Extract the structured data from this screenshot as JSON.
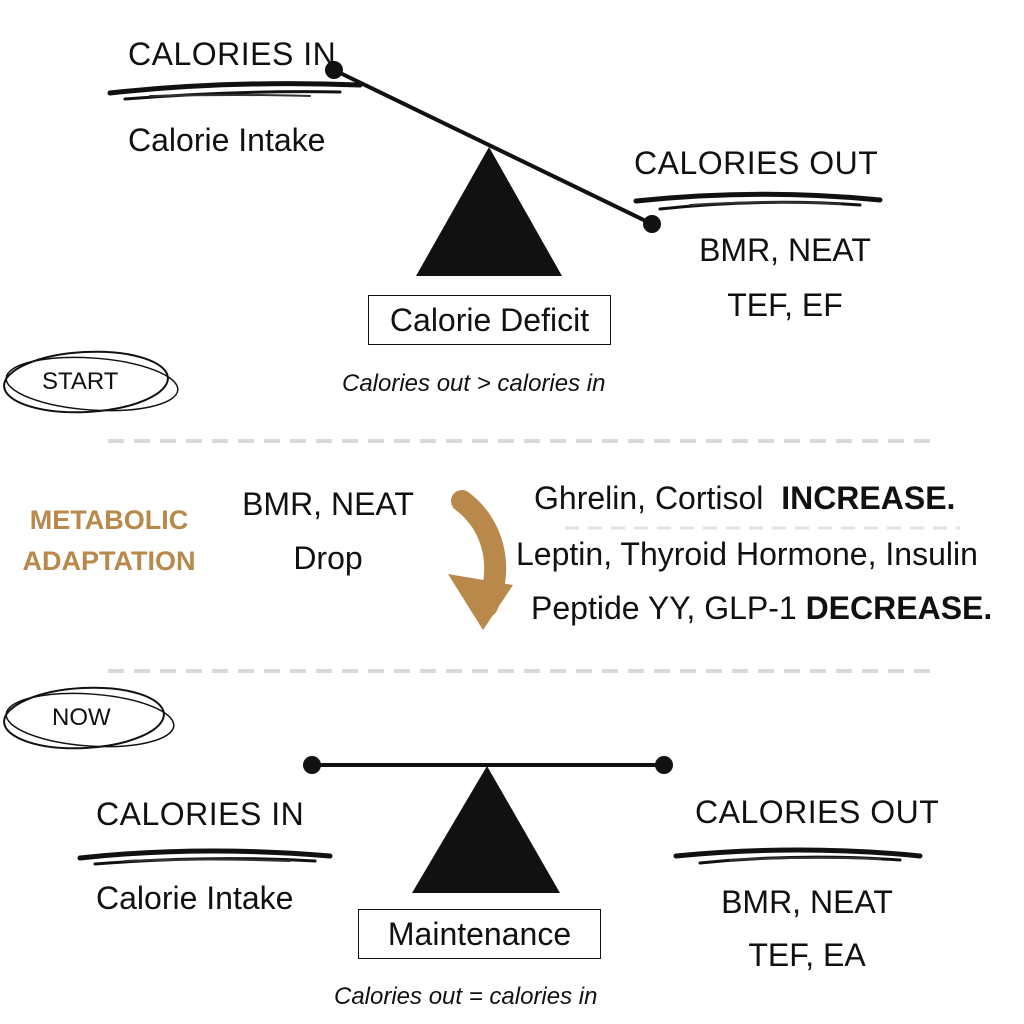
{
  "colors": {
    "ink": "#111111",
    "accent": "#b8894a",
    "dashes": "#d9d9d9"
  },
  "start_section": {
    "tag": "START",
    "calories_in": {
      "heading": "CALORIES IN",
      "detail": "Calorie Intake"
    },
    "calories_out": {
      "heading": "CALORIES OUT",
      "detail_line1": "BMR, NEAT",
      "detail_line2": "TEF, EF"
    },
    "state_label": "Calorie Deficit",
    "condition": "Calories out > calories in"
  },
  "adaptation_section": {
    "label_line1": "METABOLIC",
    "label_line2": "ADAPTATION",
    "drop_line1": "BMR, NEAT",
    "drop_line2": "Drop",
    "increase_text": "Ghrelin, Cortisol",
    "increase_word": "INCREASE.",
    "decrease_line1": "Leptin, Thyroid Hormone, Insulin",
    "decrease_text": "Peptide YY, GLP-1",
    "decrease_word": "DECREASE."
  },
  "now_section": {
    "tag": "NOW",
    "calories_in": {
      "heading": "CALORIES IN",
      "detail": "Calorie Intake"
    },
    "calories_out": {
      "heading": "CALORIES OUT",
      "detail_line1": "BMR, NEAT",
      "detail_line2": "TEF, EA"
    },
    "state_label": "Maintenance",
    "condition": "Calories out = calories in"
  }
}
